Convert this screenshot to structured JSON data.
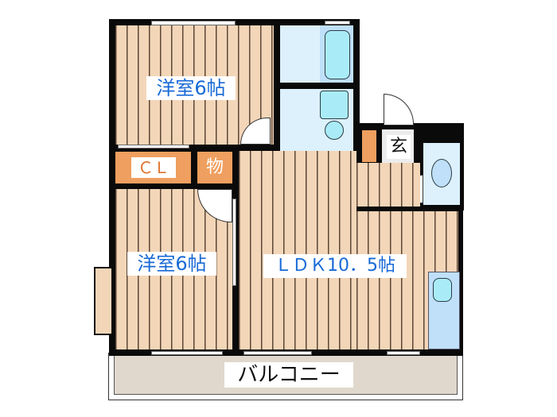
{
  "floor_plan": {
    "type": "apartment_floor_plan",
    "layout": "2LDK",
    "rooms": [
      {
        "id": "western-room-north",
        "label": "洋室6帖",
        "type": "bedroom",
        "size_jo": 6
      },
      {
        "id": "western-room-south",
        "label": "洋室6帖",
        "type": "bedroom",
        "size_jo": 6
      },
      {
        "id": "ldk",
        "label": "ＬＤＫ10．5帖",
        "type": "living_dining_kitchen",
        "size_jo": 10.5
      },
      {
        "id": "closet",
        "label": "ＣＬ",
        "type": "closet"
      },
      {
        "id": "storage",
        "label": "物",
        "type": "storage"
      },
      {
        "id": "entrance",
        "label": "玄",
        "type": "entrance"
      },
      {
        "id": "balcony",
        "label": "バルコニー",
        "type": "balcony"
      },
      {
        "id": "bathroom",
        "label": "",
        "type": "bath"
      },
      {
        "id": "washroom",
        "label": "",
        "type": "washroom"
      },
      {
        "id": "toilet",
        "label": "",
        "type": "toilet"
      },
      {
        "id": "kitchen",
        "label": "",
        "type": "kitchen"
      }
    ]
  },
  "labels": {
    "room_north": "洋室6帖",
    "room_south": "洋室6帖",
    "ldk": "ＬＤＫ10．5帖",
    "closet": "ＣＬ",
    "storage": "物",
    "entrance": "玄",
    "balcony": "バルコニー"
  },
  "colors": {
    "wood_floor": "#f3d6b8",
    "wall": "#0a0a0a",
    "wet_area": "#dcf1fc",
    "closet": "#ef9f5f",
    "label_blue": "#1769d6",
    "label_orange": "#e0702a",
    "balcony": "#e0d8cc"
  }
}
